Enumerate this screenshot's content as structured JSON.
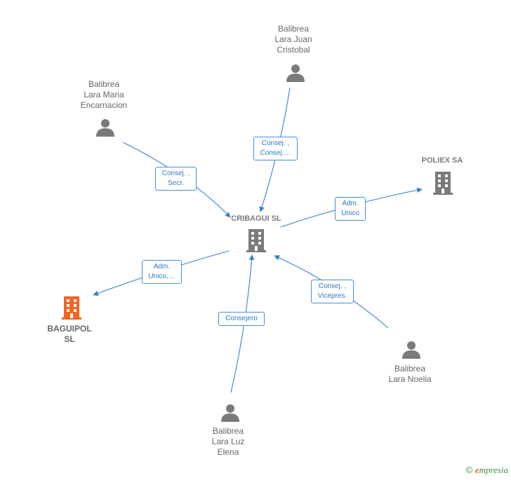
{
  "center": {
    "label": "CRIBAGUI SL"
  },
  "companies": {
    "poliex": {
      "label": "POLIEX SA"
    },
    "baguipol": {
      "label": "BAGUIPOL\nSL"
    }
  },
  "persons": {
    "juan": {
      "label": "Balibrea\nLara Juan\nCristobal"
    },
    "maria": {
      "label": "Balibrea\nLara Maria\nEncarnacion"
    },
    "noelia": {
      "label": "Balibrea\nLara Noelia"
    },
    "luz": {
      "label": "Balibrea\nLara Luz\nElena"
    }
  },
  "edges": {
    "juan": "Consej. ,\nConsej.…",
    "maria": "Consej. ,\nSecr.",
    "poliex": "Adm.\nUnico",
    "baguipol": "Adm.\nUnico,…",
    "noelia": "Consej. ,\nVicepres.",
    "luz": "Consejero"
  },
  "colors": {
    "edge": "#3a7fd0",
    "node": "#7a7a7a",
    "highlight": "#f26522"
  },
  "footer": {
    "copyright": "©",
    "brand_initial": "e",
    "brand_rest": "mpresia"
  }
}
